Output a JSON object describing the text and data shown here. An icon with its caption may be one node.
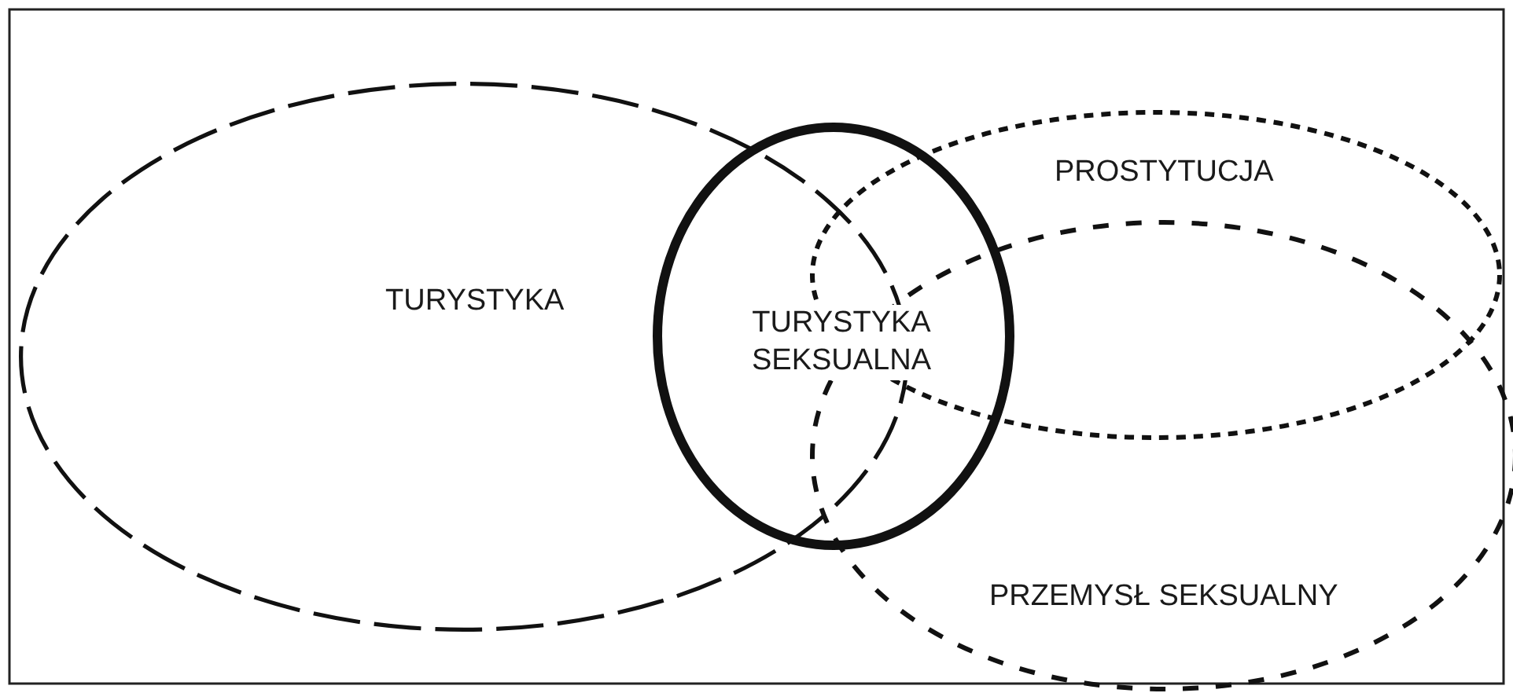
{
  "diagram": {
    "nodes": [
      {
        "text": [
          "TURYSTYKA"
        ]
      },
      {
        "text": [
          "PROSTYTUCJA"
        ]
      },
      {
        "text": [
          "PRZEMYSŁ SEKSUALNY"
        ]
      },
      {
        "text": [
          "TURYSTYKA SEKSUALNA"
        ]
      }
    ]
  }
}
